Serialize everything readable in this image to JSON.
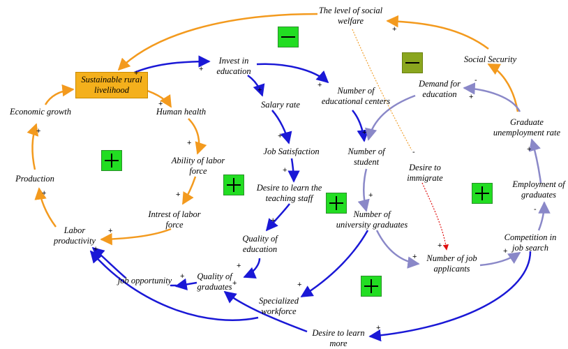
{
  "colors": {
    "blue": "#1a18d6",
    "orange": "#f39a1e",
    "lavender": "#8a88c8",
    "red_dotted": "#e01010",
    "orange_dotted": "#f0a030",
    "loop_green": "#22dd22",
    "loop_olive": "#8aa61e",
    "highlight": "#f4b01c"
  },
  "nodes": {
    "social_welfare": "The level of social\nwelfare",
    "sustainable": "Sustainable rural\nlivelihood",
    "invest_education": "Invest in\neducation",
    "salary_rate": "Salary rate",
    "num_centers": "Number of\neducational centers",
    "demand_education": "Demand for\neducation",
    "social_security": "Social Security",
    "economic_growth": "Economic growth",
    "human_health": "Human health",
    "job_satisfaction": "Job Satisfaction",
    "num_student": "Number of\nstudent",
    "desire_immigrate": "Desire to\nimmigrate",
    "grad_unemployment": "Graduate\nunemployment rate",
    "ability_labor": "Ability of labor\nforce",
    "desire_learn_staff": "Desire to learn the\nteaching staff",
    "production": "Production",
    "employment_grads": "Employment of\ngraduates",
    "intrest_labor": "Intrest of labor\nforce",
    "num_univ_grads": "Number of\nuniversity graduates",
    "labor_productivity": "Labor\nproductivity",
    "quality_education": "Quality of\neducation",
    "competition": "Competition in\njob search",
    "num_applicants": "Number of job\napplicants",
    "job_opportunity": "job opportunity",
    "quality_graduates": "Quality of\ngraduates",
    "specialized_workforce": "Specialized\nworkforce",
    "desire_learn_more": "Desire to learn\nmore"
  },
  "signs": {
    "plus": "+",
    "minus": "-"
  },
  "loop_markers": [
    {
      "polarity": "negative",
      "color": "#22dd22"
    },
    {
      "polarity": "negative",
      "color": "#8aa61e"
    },
    {
      "polarity": "positive",
      "color": "#22dd22"
    },
    {
      "polarity": "positive",
      "color": "#22dd22"
    },
    {
      "polarity": "positive",
      "color": "#22dd22"
    },
    {
      "polarity": "positive",
      "color": "#22dd22"
    },
    {
      "polarity": "positive",
      "color": "#22dd22"
    }
  ]
}
